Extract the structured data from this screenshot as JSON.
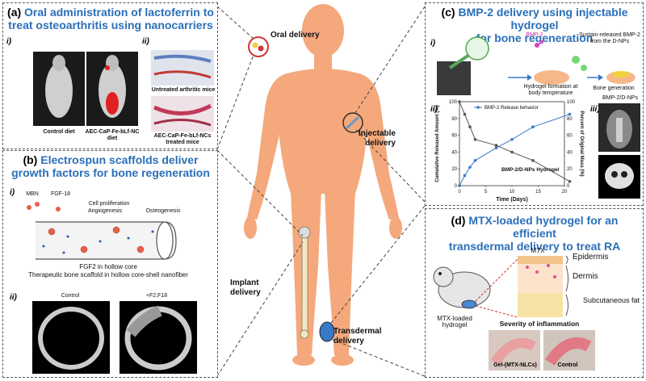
{
  "center": {
    "labels": {
      "oral": "Oral delivery",
      "injectable": "Injectable delivery",
      "implant": "Implant delivery",
      "transdermal": "Transdermal delivery"
    }
  },
  "panel_a": {
    "label": "(a)",
    "title_l1": "Oral administration of lactoferrin to",
    "title_l2": "treat osteoarthritis using nanocarriers",
    "sub_i": "i)",
    "sub_ii": "ii)",
    "control": "Control diet",
    "treated": "AEC-CaP-Fe-bLf-NC diet",
    "untreated_mice": "Untreated arthritic mice",
    "treated_mice": "AEC-CaP-Fe-bLf-NCs treated mice"
  },
  "panel_b": {
    "label": "(b)",
    "title_l1": "Electrospun scaffolds deliver",
    "title_l2": "growth factors for bone regeneration",
    "sub_i": "i)",
    "sub_ii": "ii)",
    "mbn": "MBN",
    "fgf18": "FGF-18",
    "cell_prolif": "Cell proliferation",
    "angio": "Angiogenesis",
    "osteo": "Osteogenesis",
    "fgf2": "FGF2 in hollow core",
    "caption": "Therapeutic bone scaffold in hollow core-shell nanofiber",
    "control": "Control",
    "f2f18": "+F2,F18"
  },
  "panel_c": {
    "label": "(c)",
    "title_l1": "BMP-2 delivery using injectable hydrogel",
    "title_l2": "for bone regeneration",
    "sub_i": "i)",
    "sub_ii": "ii)",
    "sub_iii": "iii)",
    "bmp2": "BMP-2",
    "sustain": "Sustain-released BMP-2 from the D-NPs",
    "hydrogel_form": "Hydrogel formation at body temperature",
    "bone_gen": "Bone generation",
    "legend": "BMP-2 Release behavior",
    "hydrogel_label": "BMP-2/D-NPs Hydrogel",
    "xlabel": "Time (Days)",
    "ylabel_left": "Cumulative Released Amount (%)",
    "ylabel_right": "Percent of Original Mass (%)",
    "img_label": "BMP-2/D-NPs"
  },
  "panel_d": {
    "label": "(d)",
    "title_l1": "MTX-loaded hydrogel for an efficient",
    "title_l2": "transdermal delivery to treat RA",
    "mtx": "MTX",
    "epidermis": "Epidermis",
    "dermis": "Dermis",
    "subcut": "Subcutaneous fat",
    "mtx_hydrogel": "MTX-loaded hydrogel",
    "severity": "Severity of inflammation",
    "gel_label": "Gel-(MTX-NLCs)",
    "control": "Control"
  },
  "colors": {
    "title_blue": "#2a6fb8",
    "skin": "#f4a87c",
    "bone": "#f0e8c8",
    "accent_red": "#d0343a",
    "line_blue": "#3a78c8"
  },
  "chart_data": {
    "type": "line",
    "xlabel": "Time (Days)",
    "ylabel": "Cumulative Released Amount (%)",
    "y2label": "Percent of Original Mass (%)",
    "xlim": [
      0,
      20
    ],
    "ylim": [
      0,
      100
    ],
    "y2lim": [
      0,
      100
    ],
    "xticks": [
      0,
      5,
      10,
      15,
      20
    ],
    "yticks": [
      0,
      20,
      40,
      60,
      80,
      100
    ],
    "series": [
      {
        "name": "BMP-2 Release behavior",
        "x": [
          0,
          1,
          2,
          3,
          7,
          10,
          14,
          21
        ],
        "y": [
          0,
          12,
          22,
          30,
          45,
          55,
          70,
          85
        ]
      },
      {
        "name": "",
        "x": [
          0,
          1,
          2,
          3,
          7,
          10,
          14,
          21
        ],
        "y": [
          100,
          85,
          70,
          55,
          48,
          40,
          30,
          5
        ]
      }
    ]
  }
}
